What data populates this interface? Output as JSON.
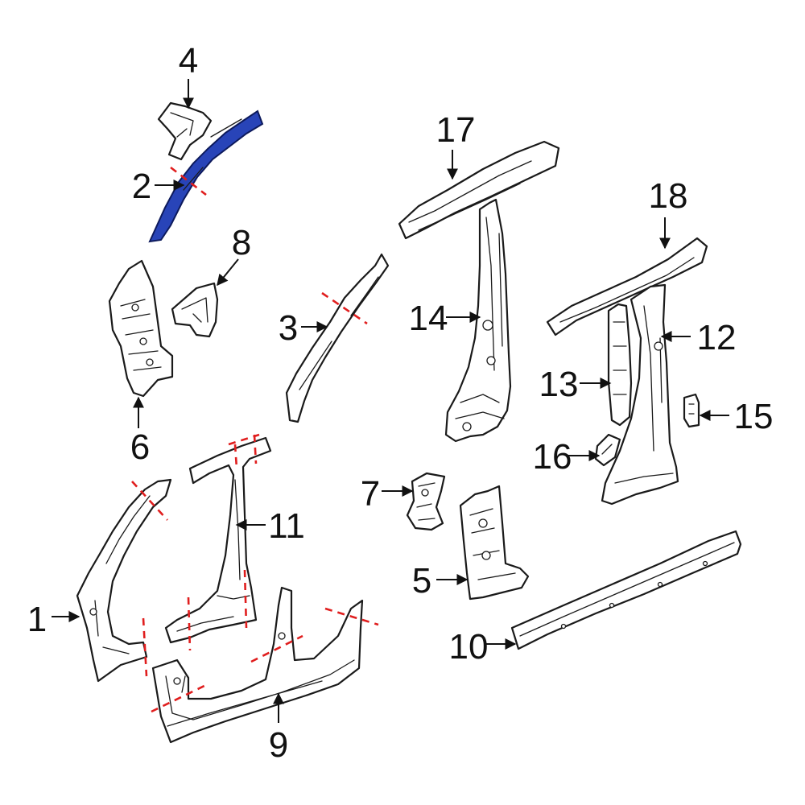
{
  "colors": {
    "highlight": "#2844b8",
    "highlight_stroke": "#0d1a5c",
    "cut_line": "#e01e1e",
    "outline": "#1a1a1a"
  },
  "callouts": {
    "c1": "1",
    "c2": "2",
    "c3": "3",
    "c4": "4",
    "c5": "5",
    "c6": "6",
    "c7": "7",
    "c8": "8",
    "c9": "9",
    "c10": "10",
    "c11": "11",
    "c12": "12",
    "c13": "13",
    "c14": "14",
    "c15": "15",
    "c16": "16",
    "c17": "17",
    "c18": "18"
  },
  "highlighted_part": "2"
}
